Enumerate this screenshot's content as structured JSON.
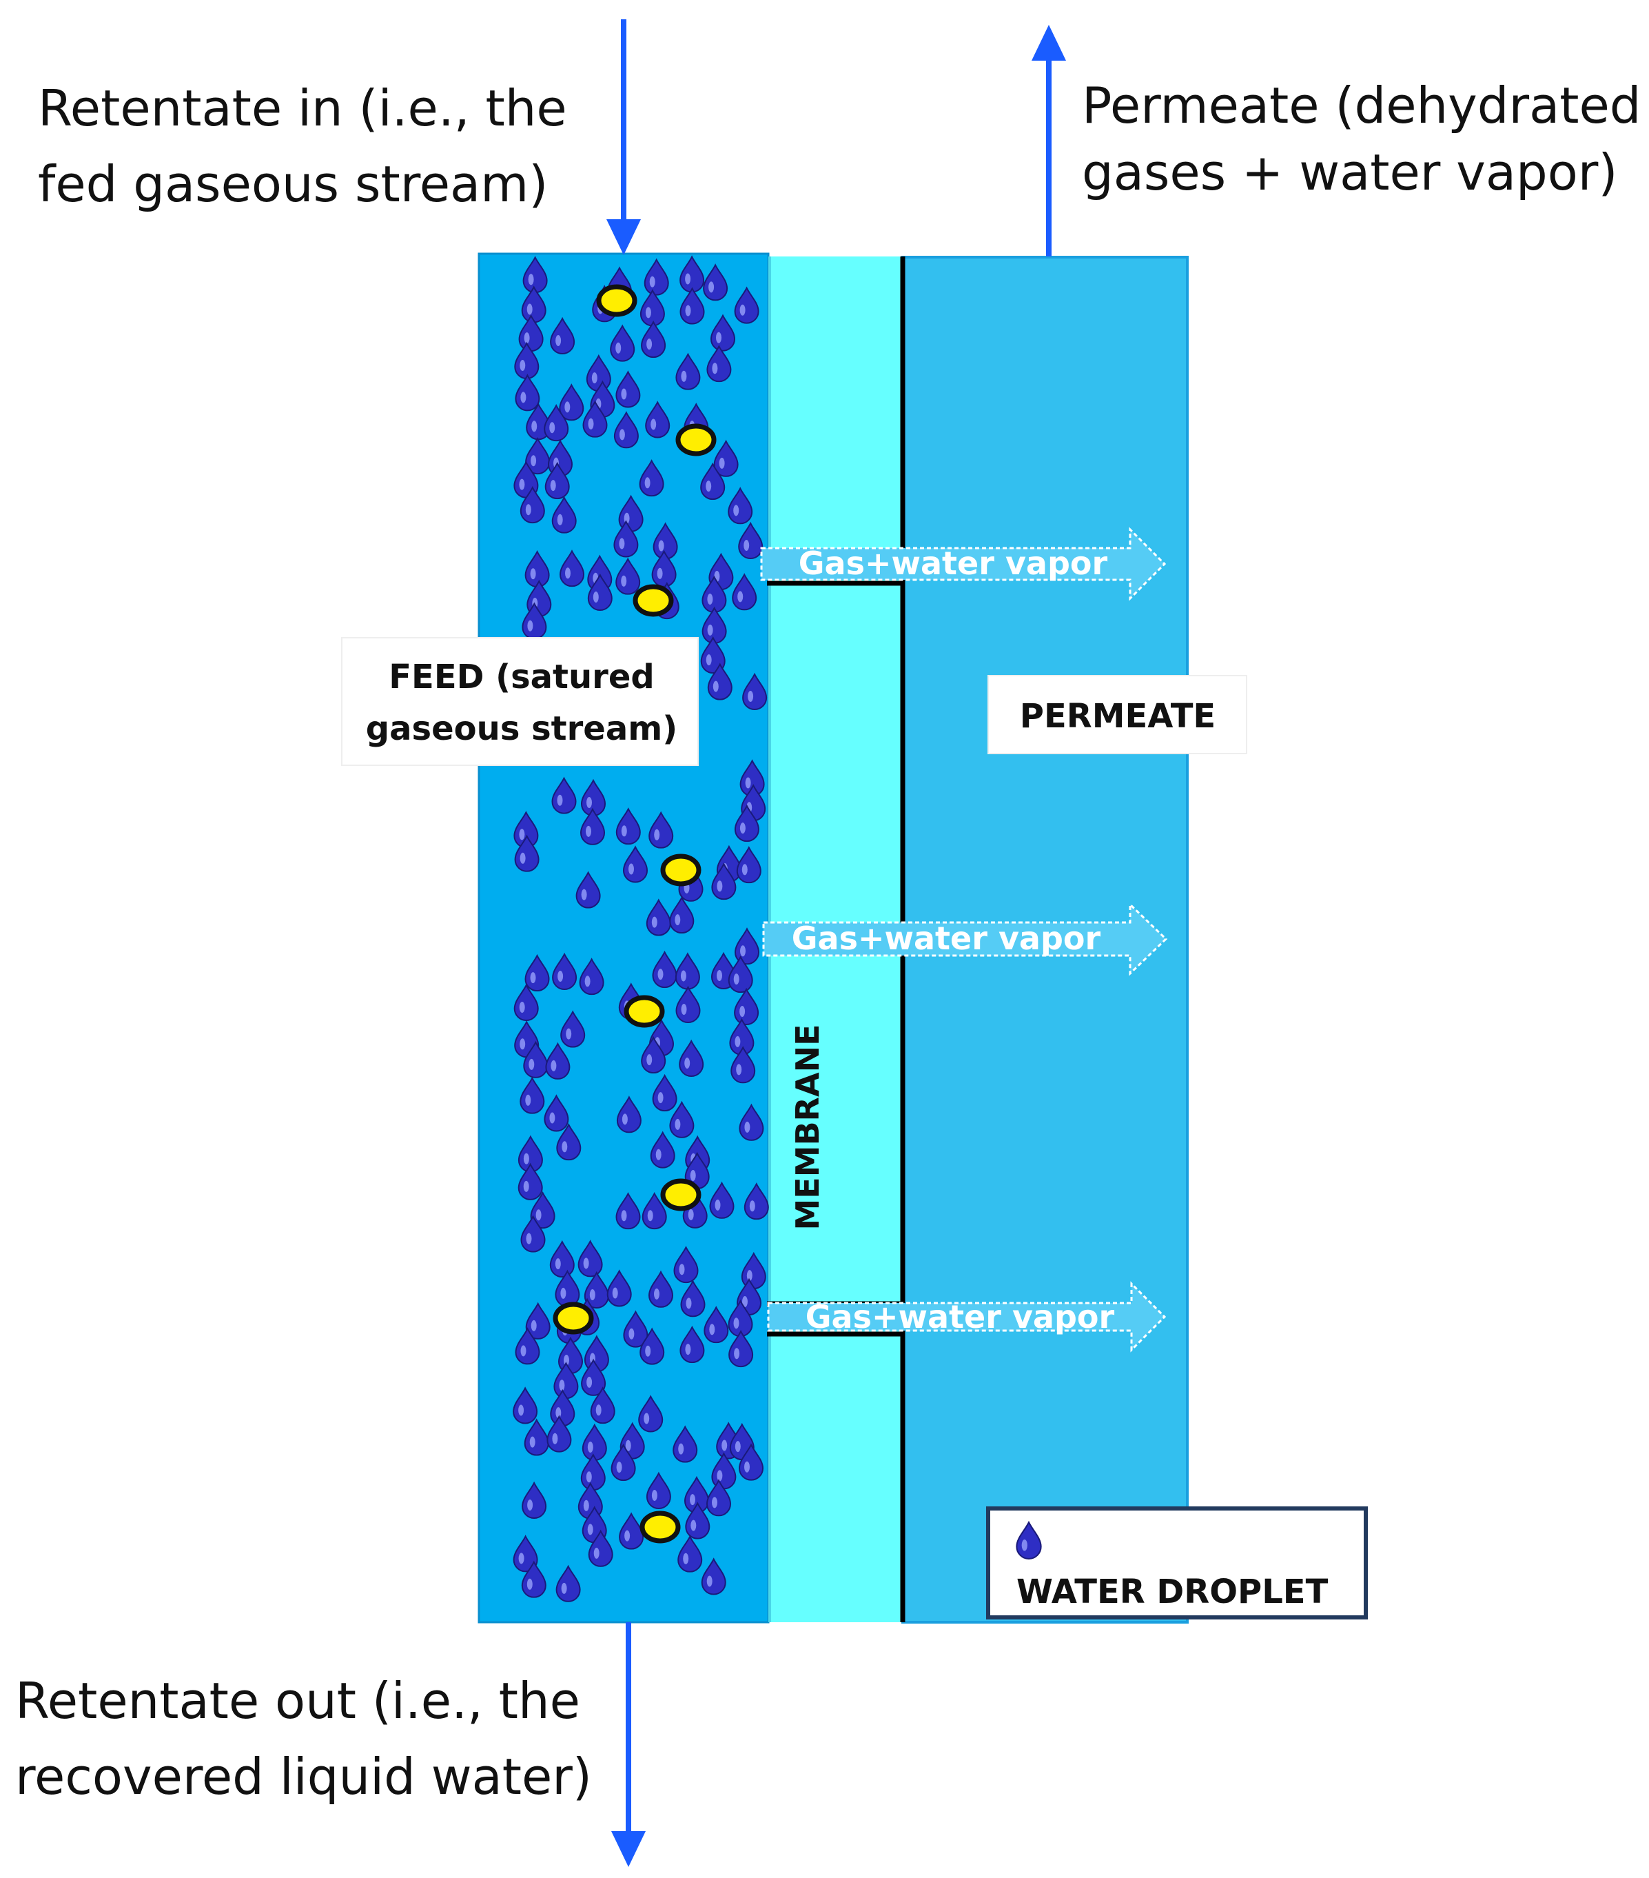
{
  "labels": {
    "retentate_in_line1": "Retentate in (i.e., the",
    "retentate_in_line2": "fed gaseous stream)",
    "permeate_out_line1": "Permeate (dehydrated",
    "permeate_out_line2": "gases + water vapor)",
    "retentate_out_line1": "Retentate out (i.e., the",
    "retentate_out_line2": "recovered liquid water)",
    "feed_line1": "FEED (satured",
    "feed_line2": "gaseous stream)",
    "permeate_box": "PERMEATE",
    "membrane": "MEMBRANE",
    "flow_1": "Gas+water vapor",
    "flow_2": "Gas+water vapor",
    "flow_3": "Gas+water vapor"
  },
  "legend": {
    "water_droplet_label": "WATER DROPLET",
    "icon": "water-droplet-icon"
  },
  "colors": {
    "feed_channel": "#00adef",
    "membrane": "#66ffff",
    "permeate_channel": "#33bfef",
    "droplet": "#2e2ec4",
    "particle": "#ffee00",
    "stream_arrow": "#1a5cff",
    "flow_arrow": "#55ccf5"
  }
}
